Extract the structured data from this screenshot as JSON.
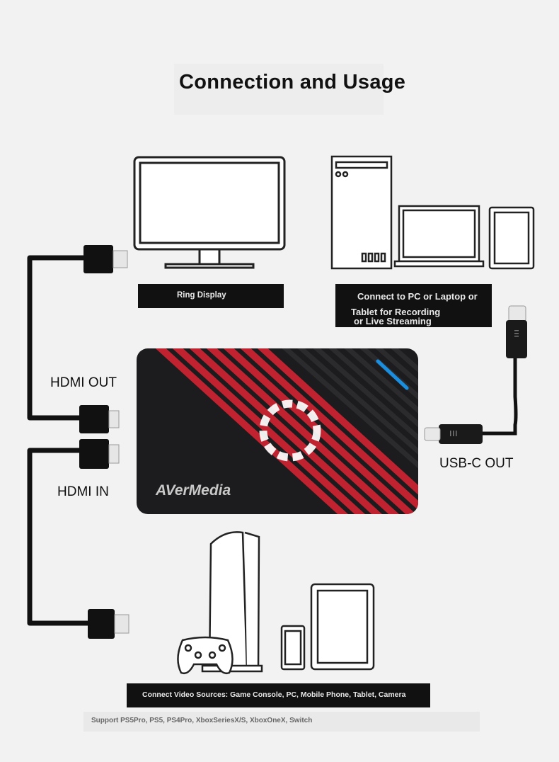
{
  "title": "Connection and Usage",
  "labels": {
    "ring_display": "Ring Display",
    "pc_line1": "Connect to PC or Laptop or",
    "pc_line2": "Tablet for Recording",
    "pc_line3": "or Live Streaming",
    "hdmi_out": "HDMI OUT",
    "hdmi_in": "HDMI IN",
    "usbc_out": "USB-C OUT",
    "sources": "Connect Video Sources: Game Console, PC, Mobile Phone, Tablet, Camera",
    "support": "Support PS5Pro, PS5, PS4Pro, XboxSeriesX/S, XboxOneX, Switch"
  },
  "device": {
    "brand": "AVerMedia"
  },
  "colors": {
    "stripe_red": "#c0232f",
    "led_blue": "#1a8fe0",
    "device_body": "#1c1c1e"
  }
}
